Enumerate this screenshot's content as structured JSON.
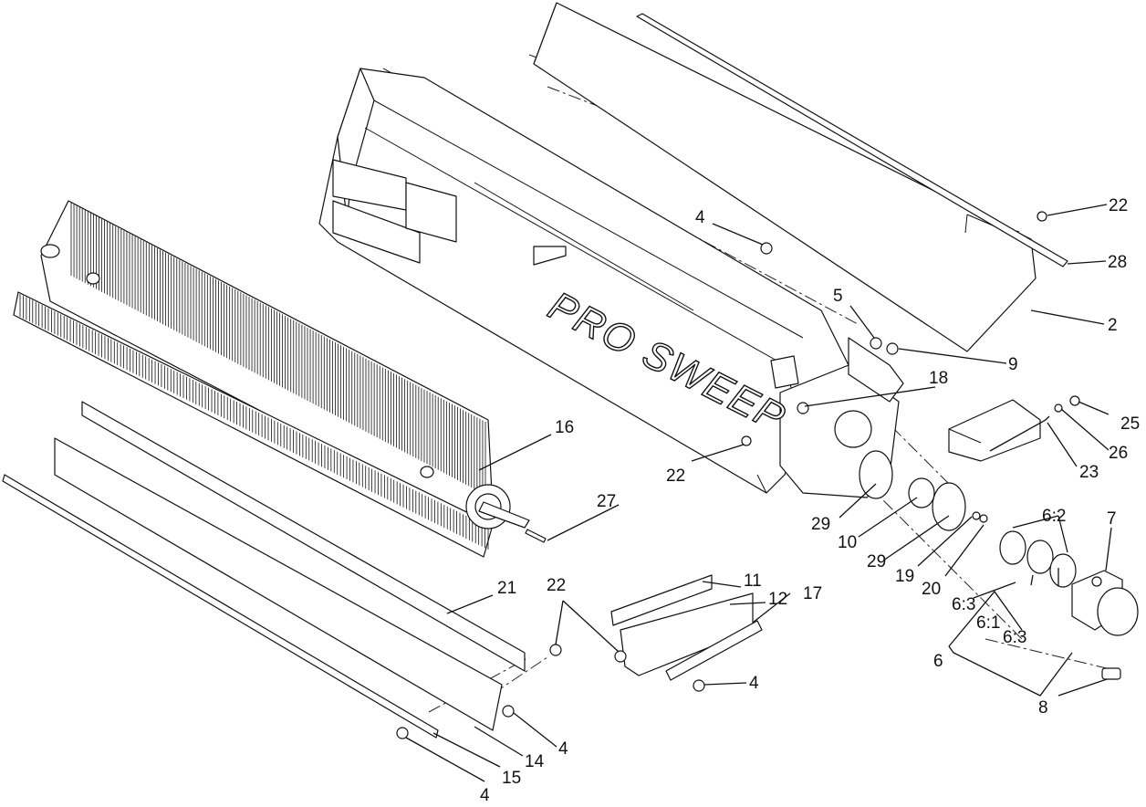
{
  "brand_text": "PRO SWEEP",
  "callouts": [
    "2",
    "4",
    "5",
    "6",
    "6:1",
    "6:2",
    "6:3",
    "7",
    "8",
    "9",
    "10",
    "11",
    "12",
    "14",
    "15",
    "16",
    "17",
    "18",
    "19",
    "20",
    "21",
    "22",
    "23",
    "25",
    "26",
    "27",
    "28",
    "29"
  ]
}
